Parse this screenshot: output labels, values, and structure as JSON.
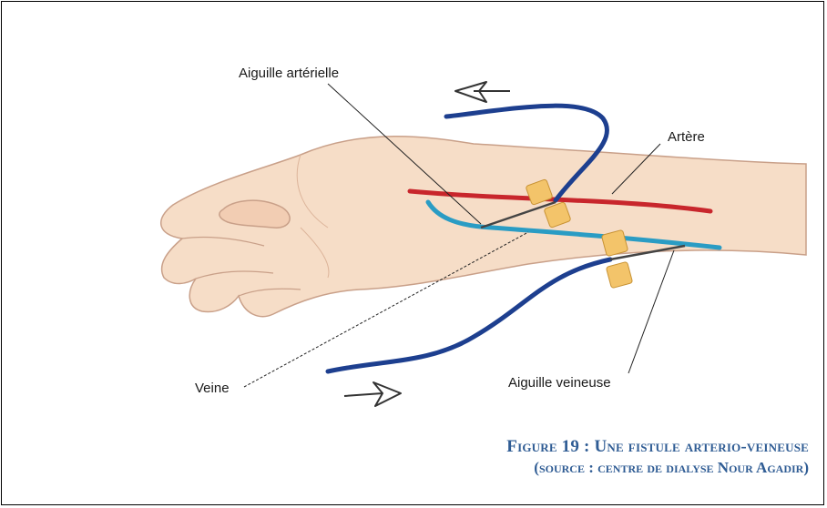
{
  "labels": {
    "arterial_needle": "Aiguille artérielle",
    "artery": "Artère",
    "vein": "Veine",
    "venous_needle": "Aiguille veineuse"
  },
  "caption": {
    "line1": "Figure 19 : Une fistule arterio-veineuse",
    "line2": "(source : centre de dialyse Nour Agadir)"
  },
  "colors": {
    "artery": "#c8262c",
    "vein": "#2a9cc4",
    "tubing": "#1d3f8f",
    "skin": "#f6ddc7",
    "tape": "#f3c46a",
    "caption": "#2f5c94"
  }
}
